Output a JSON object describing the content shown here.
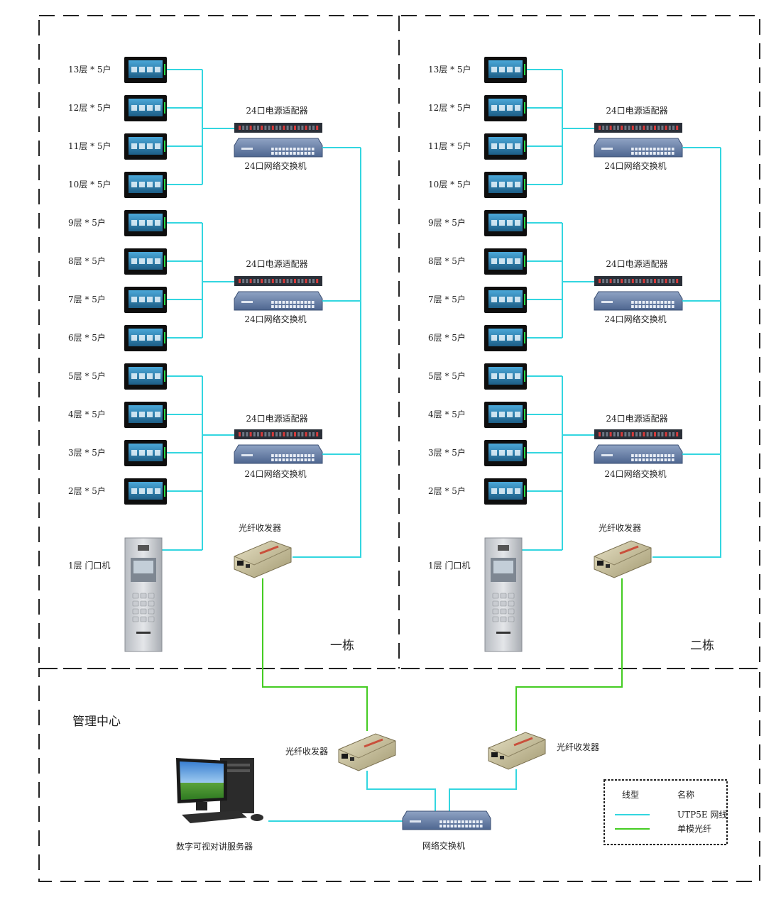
{
  "buildings": [
    {
      "name": "一栋",
      "floor_labels": [
        "13层 * 5户",
        "12层 * 5户",
        "11层 * 5户",
        "10层 * 5户",
        "9层 * 5户",
        "8层 * 5户",
        "7层 * 5户",
        "6层 * 5户",
        "5层 * 5户",
        "4层 * 5户",
        "3层 * 5户",
        "2层 * 5户"
      ],
      "door_label": "1层 门口机",
      "power_label": "24口电源适配器",
      "switch_label": "24口网络交换机",
      "transceiver_label": "光纤收发器"
    },
    {
      "name": "二栋",
      "floor_labels": [
        "13层 * 5户",
        "12层 * 5户",
        "11层 * 5户",
        "10层 * 5户",
        "9层 * 5户",
        "8层 * 5户",
        "7层 * 5户",
        "6层 * 5户",
        "5层 * 5户",
        "4层 * 5户",
        "3层 * 5户",
        "2层 * 5户"
      ],
      "door_label": "1层 门口机",
      "power_label": "24口电源适配器",
      "switch_label": "24口网络交换机",
      "transceiver_label": "光纤收发器"
    }
  ],
  "management": {
    "title": "管理中心",
    "left_transceiver": "光纤收发器",
    "right_transceiver": "光纤收发器",
    "server": "数字可视对讲服务器",
    "core_switch": "网络交换机"
  },
  "legend": {
    "header_type": "线型",
    "header_name": "名称",
    "items": [
      {
        "name": "UTP5E 网线",
        "color": "#33d6e0"
      },
      {
        "name": "单模光纤",
        "color": "#44cc22"
      }
    ]
  },
  "colors": {
    "utp": "#33d6e0",
    "fiber": "#44cc22"
  }
}
